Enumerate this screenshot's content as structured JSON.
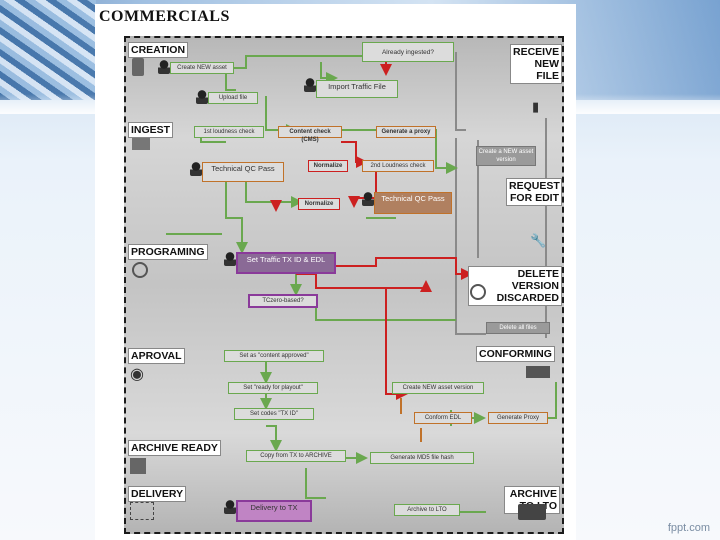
{
  "slide": {
    "title": "COMMERCIALS",
    "footer": "fppt.com"
  },
  "sections": {
    "creation": "CREATION",
    "receive": "RECEIVE NEW FILE",
    "ingest": "INGEST",
    "request_edit": "REQUEST FOR EDIT",
    "programing": "PROGRAMING",
    "delete_version": "DELETE VERSION DISCARDED",
    "aproval": "APROVAL",
    "conforming": "CONFORMING",
    "archive_ready": "ARCHIVE READY",
    "delivery": "DELIVERY",
    "archive_lto": "ARCHIVE TO LTO"
  },
  "steps": {
    "already_ingested": "Already ingested?",
    "create_new_asset": "Create NEW asset",
    "upload_file": "Upload file",
    "import_traffic": "Import Traffic File",
    "loudness_check_1": "1st loudness check",
    "content_check": "Content check (CMS)",
    "generate_proxy_1": "Generate a proxy",
    "create_new_version": "Create a NEW asset version",
    "tech_qc_1": "Technical QC Pass",
    "normalize_1": "Normalize",
    "loudness_check_2": "2nd Loudness check",
    "normalize_2": "Normalize",
    "tech_qc_2": "Technical QC Pass",
    "set_traffic": "Set Traffic TX ID & EDL",
    "tc_zero": "TCzero-based?",
    "delete_files": "Delete all files",
    "set_content_approved": "Set as \"content approved\"",
    "set_ready_playout": "Set \"ready for playout\"",
    "set_tx_id": "Set codes \"TX ID\"",
    "create_new_version_2": "Create NEW asset version",
    "conform_edl": "Conform EDL",
    "generate_proxy_2": "Generate Proxy",
    "copy_from_tx": "Copy from TX to ARCHIVE",
    "generate_md5": "Generate MD5 file hash",
    "delivery_tx": "Delivery to TX",
    "archive_lto_step": "Archive to LTO"
  },
  "icons": [
    "film-icon",
    "wrench-icon",
    "no-entry-icon",
    "eye-icon",
    "camera-icon",
    "archive-box-icon",
    "tape-drive-icon",
    "doc-icon",
    "person-icon"
  ],
  "colors": {
    "flow_green": "#6aa84f",
    "flow_red": "#cc2020",
    "flow_orange": "#c0722a",
    "flow_purple": "#8a3a9a",
    "flow_gray": "#8a8a8a"
  }
}
